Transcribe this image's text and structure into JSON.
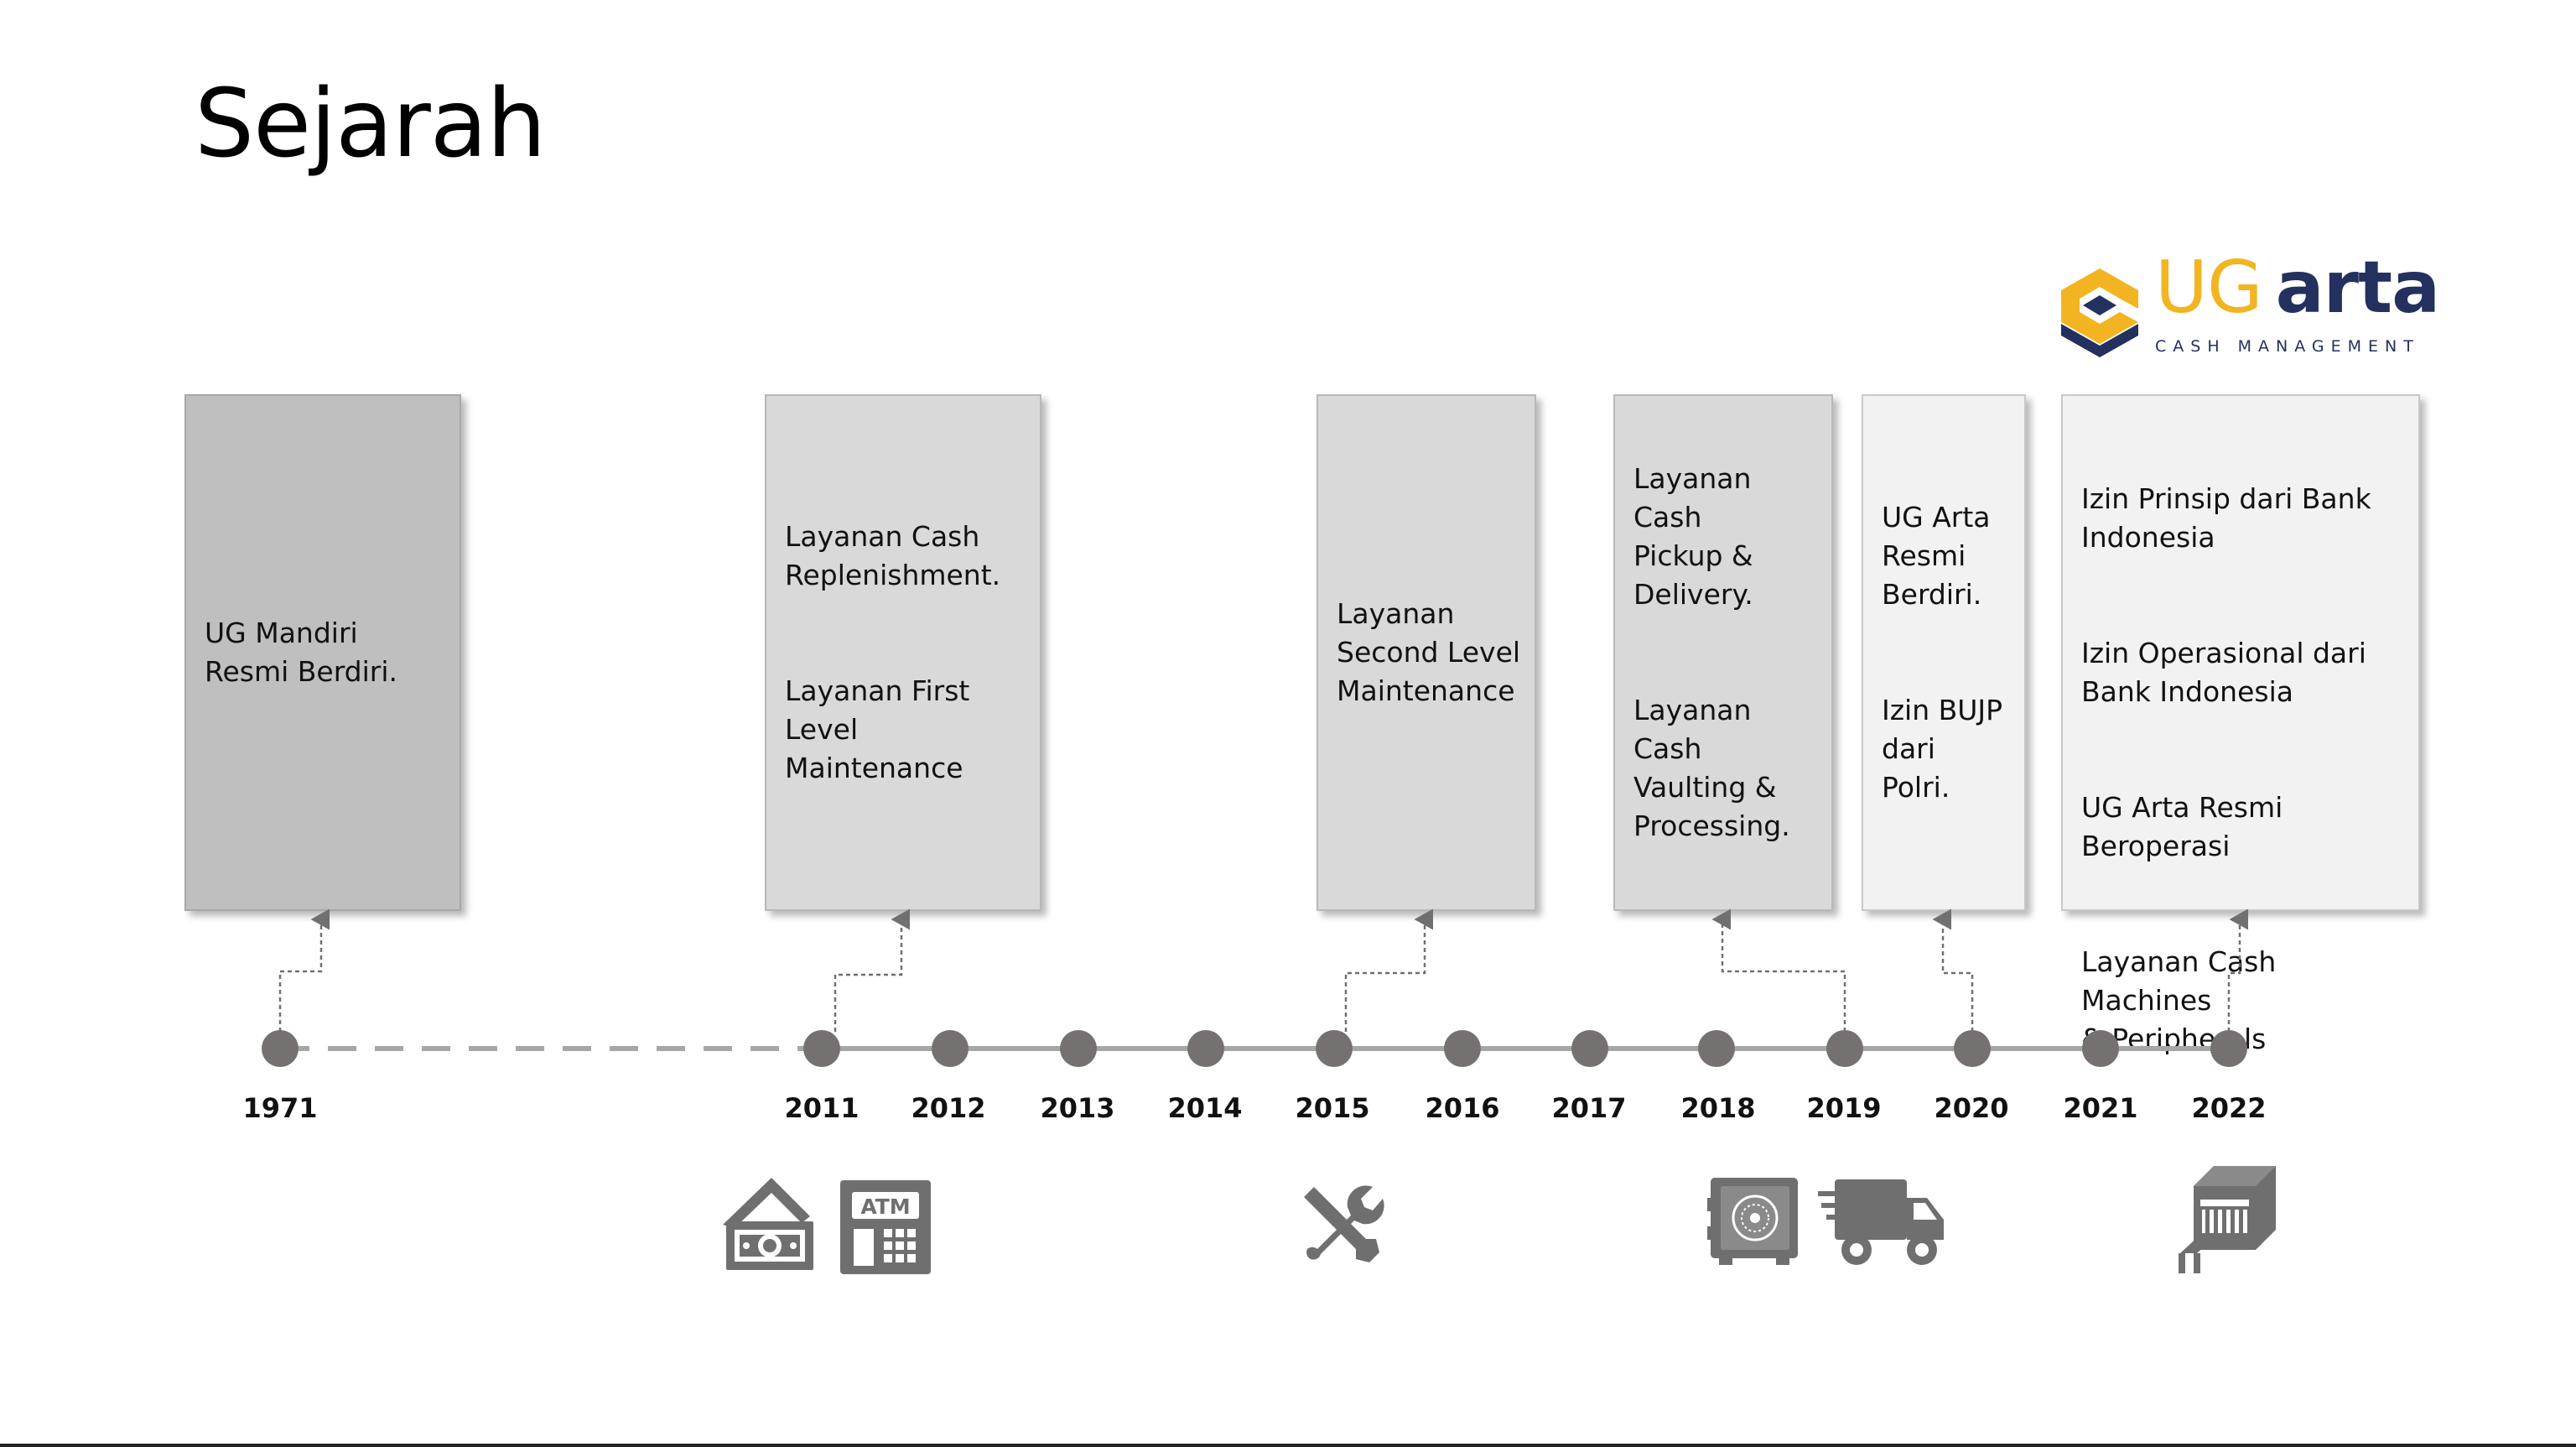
{
  "title": "Sejarah",
  "logo": {
    "name_part1": "UG",
    "name_part2": "arta",
    "tagline": "CASH MANAGEMENT",
    "colors": {
      "gold": "#f2b521",
      "navy": "#24305e"
    }
  },
  "milestones": [
    {
      "year": "1971",
      "paragraphs": [
        "UG Mandiri\nResmi Berdiri."
      ]
    },
    {
      "year": "2011",
      "paragraphs": [
        "Layanan Cash\nReplenishment.",
        "Layanan First\nLevel\nMaintenance"
      ]
    },
    {
      "year": "2015",
      "paragraphs": [
        "Layanan\nSecond Level\nMaintenance"
      ]
    },
    {
      "year": "2018-2019",
      "paragraphs": [
        "Layanan Cash\nPickup &\nDelivery.",
        "Layanan Cash\nVaulting &\nProcessing."
      ]
    },
    {
      "year": "2020",
      "paragraphs": [
        "UG Arta\nResmi\nBerdiri.",
        "Izin BUJP\ndari\nPolri."
      ]
    },
    {
      "year": "2022",
      "paragraphs": [
        "Izin Prinsip dari Bank\nIndonesia",
        "Izin Operasional dari\nBank Indonesia",
        "UG Arta Resmi\nBeroperasi",
        "Layanan Cash Machines\n& Peripherals"
      ]
    }
  ],
  "years": [
    "1971",
    "2011",
    "2012",
    "2013",
    "2014",
    "2015",
    "2016",
    "2017",
    "2018",
    "2019",
    "2020",
    "2021",
    "2022"
  ],
  "icons": [
    "money-icon",
    "atm-icon",
    "tools-icon",
    "vault-icon",
    "delivery-truck-icon",
    "cash-machine-icon"
  ],
  "colors": {
    "timeline": "#a6a6a6",
    "dot": "#757171",
    "icon": "#6f6f6f"
  }
}
